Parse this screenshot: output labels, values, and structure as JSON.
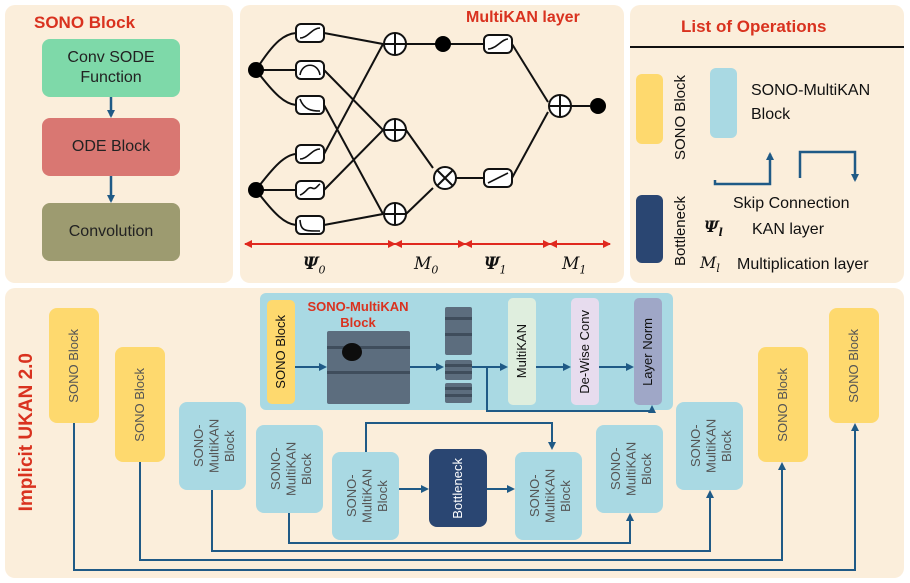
{
  "sono_block": {
    "title": "SONO Block",
    "node_sode": "Conv SODE Function",
    "node_ode": "ODE Block",
    "node_conv": "Convolution"
  },
  "multikan": {
    "title": "MultiKAN layer",
    "label_psi0": "Ψ",
    "sub_psi0": "0",
    "label_m0": "M",
    "sub_m0": "0",
    "label_psi1": "Ψ",
    "sub_psi1": "1",
    "label_m1": "M",
    "sub_m1": "1"
  },
  "operations": {
    "title": "List of Operations",
    "sono_block_label": "SONO Block",
    "sono_multikan_label": "SONO-MultiKAN Block",
    "bottleneck_label": "Bottleneck",
    "skip_label": "Skip Connection",
    "kan_symbol": "Ψ",
    "kan_sub": "l",
    "kan_label": "KAN layer",
    "mult_symbol": "M",
    "mult_sub": "l",
    "mult_label": "Multiplication layer"
  },
  "ukan": {
    "title": "Implicit UKAN 2.0",
    "inset_title": "SONO-MultiKAN Block",
    "inset_sono": "SONO Block",
    "inset_multikan": "MultiKAN",
    "inset_dewise": "De-Wise Conv",
    "inset_layernorm": "Layer Norm",
    "enc1": "SONO Block",
    "enc2": "SONO Block",
    "enc3": "SONO-MultiKAN Block",
    "enc4": "SONO-MultiKAN Block",
    "enc5": "SONO-MultiKAN Block",
    "bottleneck": "Bottleneck",
    "dec5": "SONO-MultiKAN Block",
    "dec4": "SONO-MultiKAN Block",
    "dec3": "SONO-MultiKAN Block",
    "dec2": "SONO Block",
    "dec1": "SONO Block"
  },
  "colors": {
    "panel": "#fbeedb",
    "title_red": "#d9321f",
    "sono_yellow": "#fed96e",
    "multikan_blue": "#a9d9e3",
    "bottleneck_navy": "#2a4672",
    "arrow_blue": "#1f5a86",
    "scale_red": "#e0281e",
    "sode_green": "#7ed9a9",
    "ode_red": "#d97772",
    "conv_olive": "#9d9b70"
  }
}
